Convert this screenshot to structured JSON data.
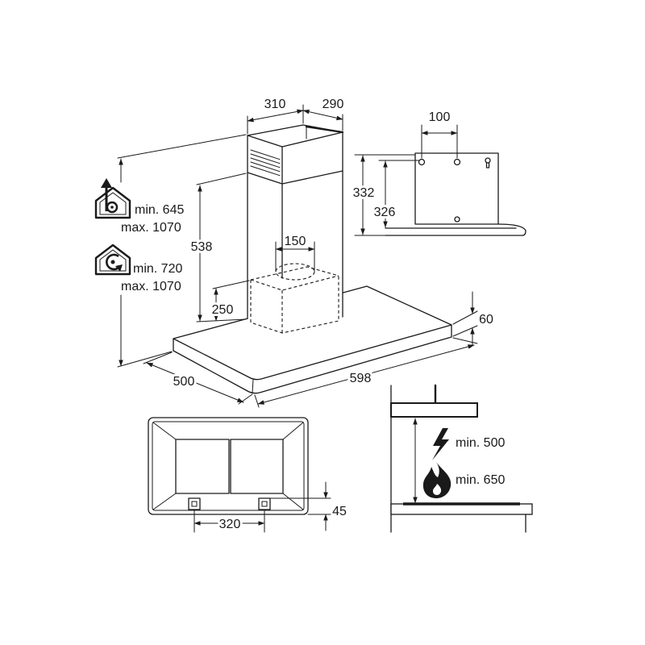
{
  "hood_diagram": {
    "chimney": {
      "depth_label": "310",
      "width_label": "290",
      "height_label": "538"
    },
    "wall_bracket": {
      "hole_spacing_label": "100",
      "height_outer_label": "332",
      "height_inner_label": "326"
    },
    "extraction_mode": {
      "icon": "house-extraction-icon",
      "min_label": "min. 645",
      "max_label": "max. 1070"
    },
    "recirculation_mode": {
      "icon": "house-recirculation-icon",
      "min_label": "min. 720",
      "max_label": "max. 1070"
    },
    "filter": {
      "outlet_label": "150",
      "height_label": "250"
    },
    "canopy": {
      "thickness_label": "60",
      "depth_label": "500",
      "width_label": "598"
    },
    "bottom_view": {
      "bracket_spacing_label": "320",
      "bracket_offset_label": "45"
    },
    "hob_clearance": {
      "electric_icon": "lightning-icon",
      "electric_label": "min. 500",
      "gas_icon": "flame-icon",
      "gas_label": "min. 650"
    },
    "colors": {
      "line": "#1a1a1a",
      "background": "#ffffff"
    }
  }
}
